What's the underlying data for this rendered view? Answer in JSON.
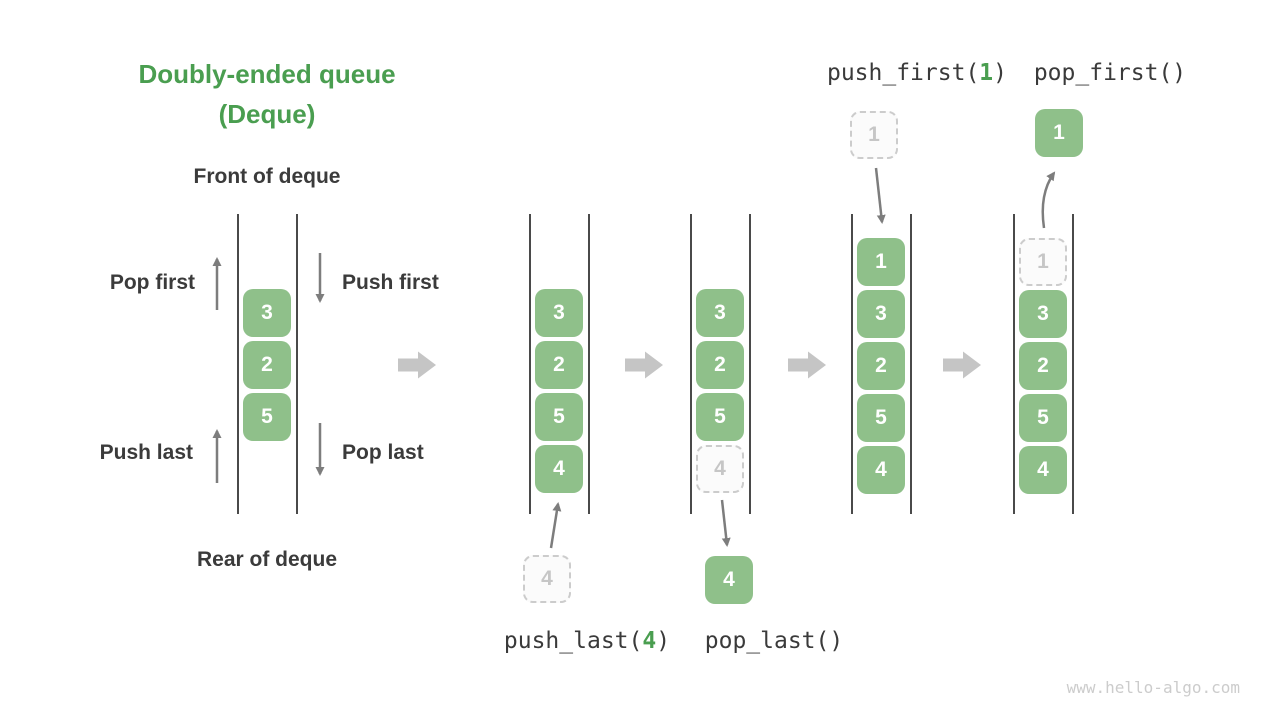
{
  "title": {
    "line1": "Doubly-ended queue",
    "line2": "(Deque)"
  },
  "labels": {
    "front_of_deque": "Front of deque",
    "rear_of_deque": "Rear of deque",
    "pop_first": "Pop first",
    "push_first": "Push first",
    "push_last": "Push last",
    "pop_last": "Pop last"
  },
  "operations": {
    "push_last": {
      "prefix": "push_last(",
      "arg": "4",
      "suffix": ")"
    },
    "pop_last": {
      "label": "pop_last()"
    },
    "push_first": {
      "prefix": "push_first(",
      "arg": "1",
      "suffix": ")"
    },
    "pop_first": {
      "label": "pop_first()"
    }
  },
  "queues": {
    "initial": {
      "cells": [
        "3",
        "2",
        "5"
      ]
    },
    "after_push_last": {
      "cells": [
        "3",
        "2",
        "5",
        "4"
      ],
      "incoming_value": "4"
    },
    "after_pop_last": {
      "cells": [
        "3",
        "2",
        "5"
      ],
      "ghost_value": "4",
      "popped_value": "4"
    },
    "after_push_first": {
      "cells": [
        "1",
        "3",
        "2",
        "5",
        "4"
      ],
      "incoming_ghost_value": "1"
    },
    "after_pop_first": {
      "ghost_value": "1",
      "cells": [
        "3",
        "2",
        "5",
        "4"
      ],
      "popped_value": "1"
    }
  },
  "watermark": "www.hello-algo.com",
  "colors": {
    "accent_green": "#4a9e50",
    "cell_green": "#8fc08a",
    "ghost_border_gray": "#cccccc",
    "thin_arrow_gray": "#7d7d7d",
    "big_arrow_gray": "#c5c5c5",
    "text_dark": "#3b3b3b",
    "watermark_gray": "#cccccc"
  }
}
